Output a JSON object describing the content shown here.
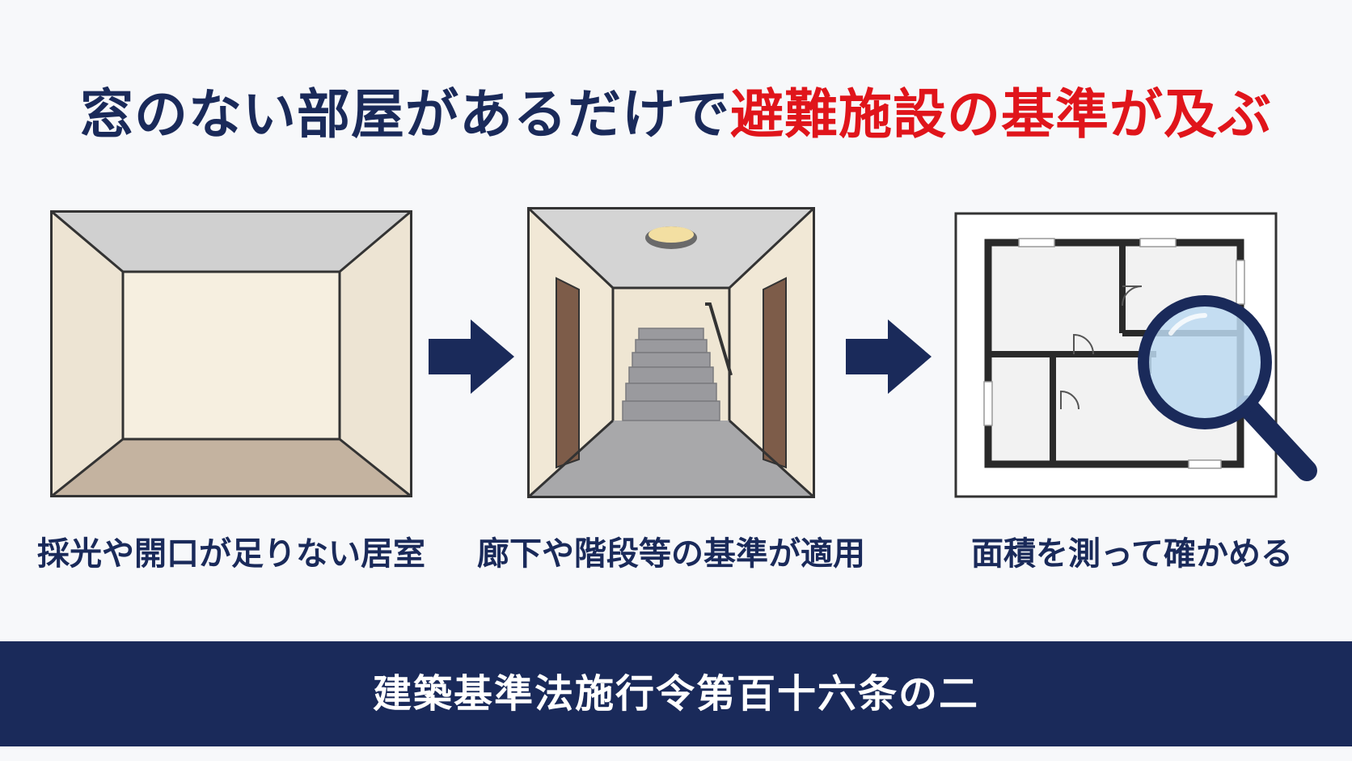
{
  "headline": {
    "part1": "窓のない部屋があるだけで",
    "part2": "避難施設の基準が及ぶ"
  },
  "steps": [
    {
      "caption": "採光や開口が足りない居室"
    },
    {
      "caption": "廊下や階段等の基準が適用"
    },
    {
      "caption": "面積を測って確かめる"
    }
  ],
  "footer": {
    "text": "建築基準法施行令第百十六条の二"
  },
  "colors": {
    "navy": "#1a2a5a",
    "red": "#e0151b",
    "wall": "#f4ecdd",
    "floor": "#c4b3a0"
  }
}
